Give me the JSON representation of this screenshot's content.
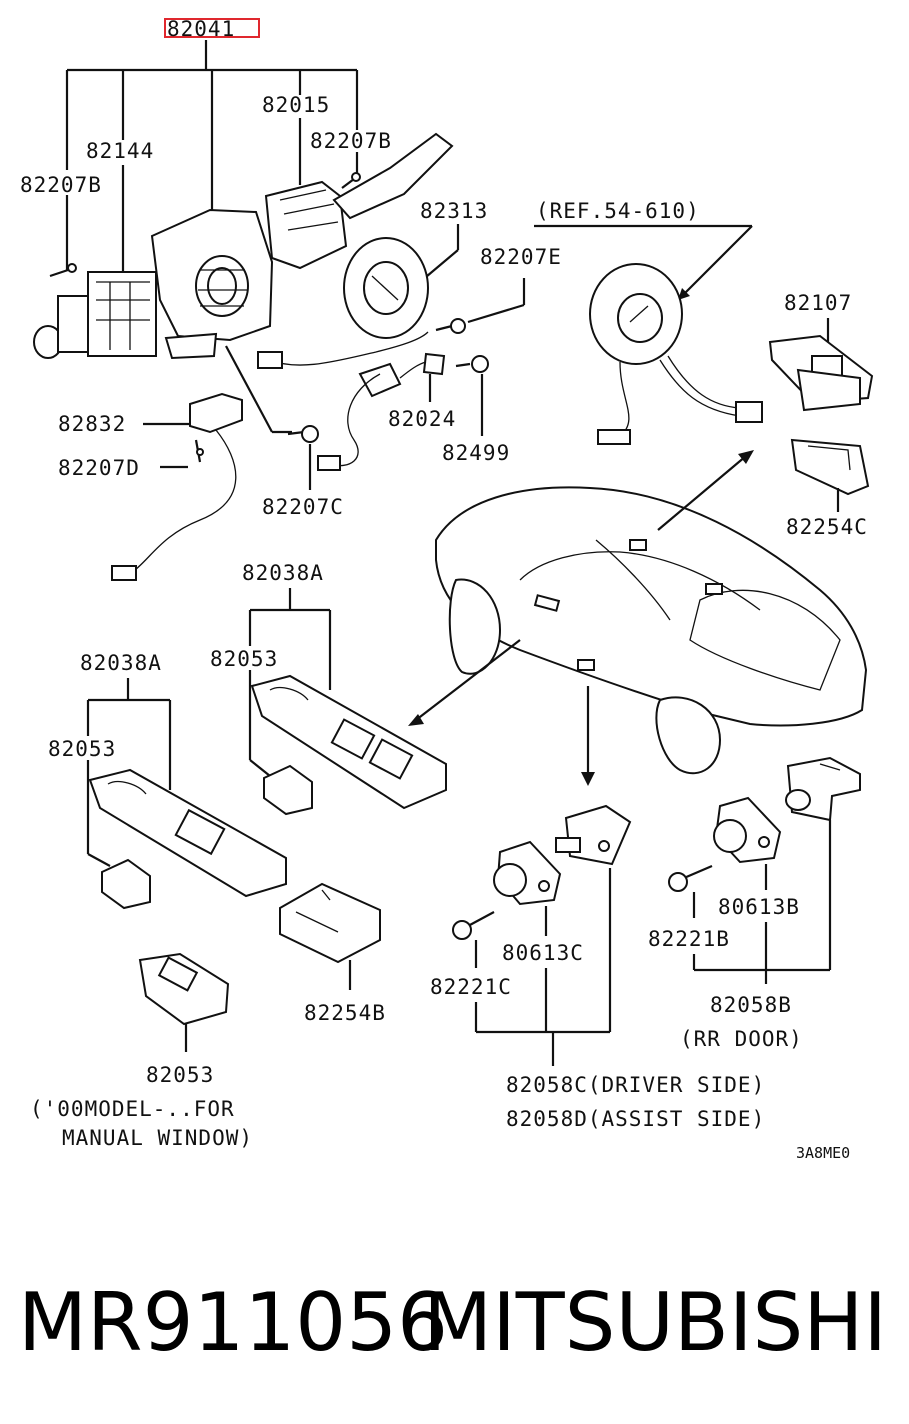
{
  "labels": {
    "p82041": "82041",
    "p82015": "82015",
    "p82144": "82144",
    "p82207B_a": "82207B",
    "p82207B_b": "82207B",
    "p82313": "82313",
    "ref": "(REF.54-610)",
    "p82207E": "82207E",
    "p82107": "82107",
    "p82832": "82832",
    "p82024": "82024",
    "p82499": "82499",
    "p82207D": "82207D",
    "p82207C": "82207C",
    "p82254C": "82254C",
    "p82038A_a": "82038A",
    "p82053_a": "82053",
    "p82038A_b": "82038A",
    "p82053_b": "82053",
    "p82053_c": "82053",
    "manual_1": "('00MODEL-..FOR",
    "manual_2": "MANUAL WINDOW)",
    "p82254B": "82254B",
    "p80613C": "80613C",
    "p82221C": "82221C",
    "p80613B": "80613B",
    "p82221B": "82221B",
    "p82058B": "82058B",
    "rr_door": "(RR DOOR)",
    "p82058C": "82058C(DRIVER SIDE)",
    "p82058D": "82058D(ASSIST SIDE)",
    "code": "3A8ME0"
  },
  "highlight_color": "#e0282e",
  "footer": {
    "part_number": "MR911056",
    "brand": "MITSUBISHI"
  }
}
